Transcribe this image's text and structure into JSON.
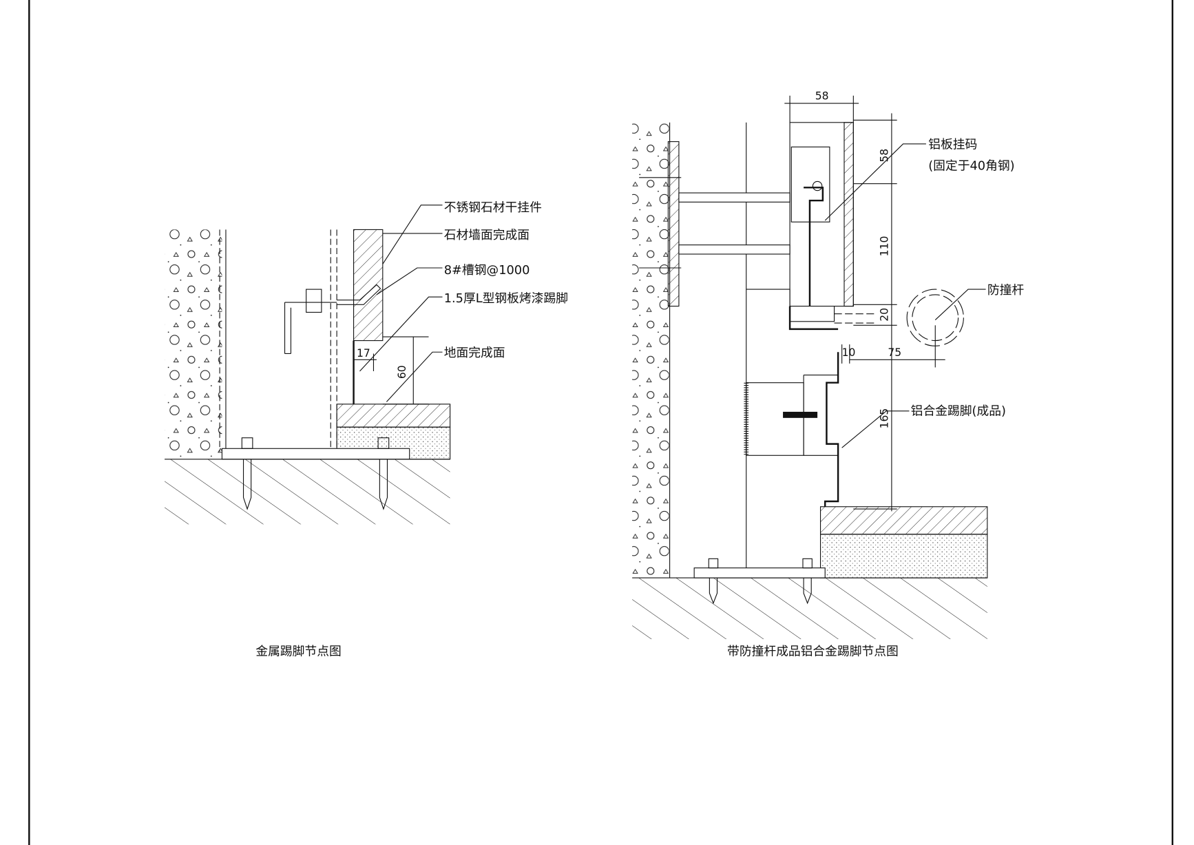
{
  "drawing_left": {
    "title": "金属踢脚节点图",
    "labels": [
      "不锈钢石材干挂件",
      "石材墙面完成面",
      "8#槽钢@1000",
      "1.5厚L型钢板烤漆踢脚",
      "地面完成面"
    ],
    "dimensions": [
      "17",
      "60"
    ]
  },
  "drawing_right": {
    "title": "带防撞杆成品铝合金踢脚节点图",
    "labels": [
      "铝板挂码",
      "(固定于40角钢)",
      "防撞杆",
      "铝合金踢脚(成品)"
    ],
    "dimensions": [
      "58",
      "58",
      "110",
      "20",
      "10",
      "75",
      "165"
    ]
  }
}
